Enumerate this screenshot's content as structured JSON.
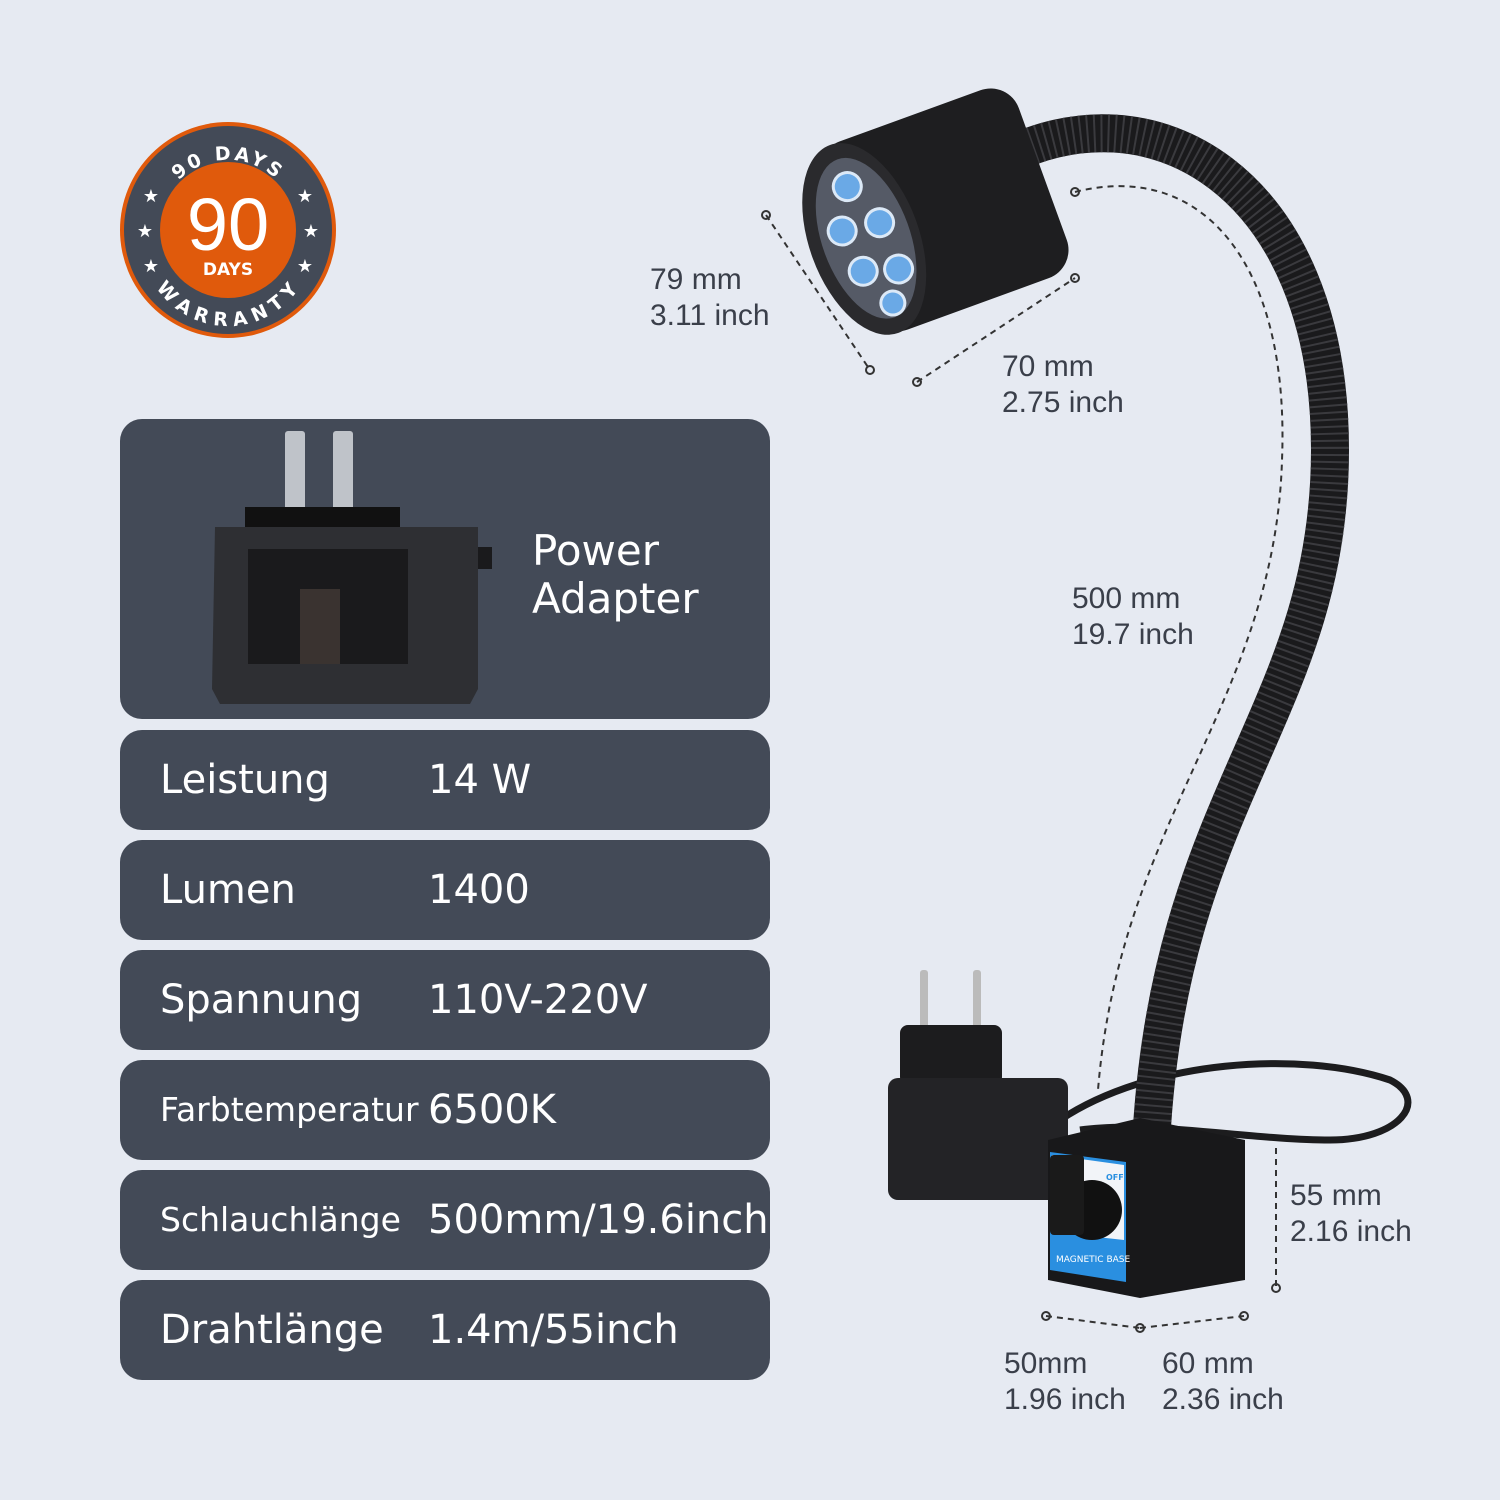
{
  "badge": {
    "top_text": "90 DAYS",
    "number": "90",
    "days": "DAYS",
    "bottom_text": "WARRANTY",
    "colors": {
      "orange": "#e05a0c",
      "dark": "#434a57"
    }
  },
  "adapter_panel": {
    "title_line1": "Power",
    "title_line2": "Adapter"
  },
  "specs": [
    {
      "label": "Leistung",
      "value": "14 W"
    },
    {
      "label": "Lumen",
      "value": "1400"
    },
    {
      "label": "Spannung",
      "value": "110V-220V"
    },
    {
      "label": "Farbtemperatur",
      "value": "6500K"
    },
    {
      "label": "Schlauchlänge",
      "value": "500mm/19.6inch"
    },
    {
      "label": "Drahtlänge",
      "value": "1.4m/55inch"
    }
  ],
  "dimensions": {
    "head_length": {
      "mm": "79 mm",
      "inch": "3.11 inch"
    },
    "head_diameter": {
      "mm": "70 mm",
      "inch": "2.75 inch"
    },
    "hose": {
      "mm": "500 mm",
      "inch": "19.7 inch"
    },
    "base_height": {
      "mm": "55 mm",
      "inch": "2.16 inch"
    },
    "base_width": {
      "mm": "50mm",
      "inch": "1.96 inch"
    },
    "base_depth": {
      "mm": "60 mm",
      "inch": "2.36 inch"
    }
  },
  "base_label": {
    "switch": "OFF",
    "text": "MAGNETIC BASE"
  }
}
